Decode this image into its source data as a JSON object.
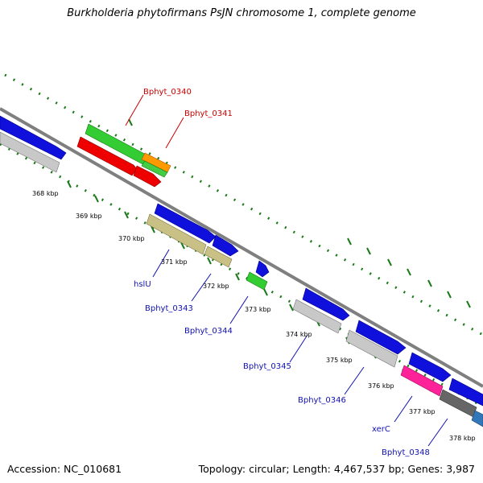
{
  "title": "Burkholderia phytofirmans PsJN chromosome 1, complete genome",
  "footer": {
    "accession": "Accession: NC_010681",
    "summary": "Topology: circular; Length: 4,467,537 bp; Genes: 3,987"
  },
  "colors": {
    "backbone": "#7f7f7f",
    "ticks": "#1a7a1a",
    "tick_label": "#000000",
    "label_red": "#cc0000",
    "label_blue": "#1010b0"
  },
  "kbp_labels": [
    "368 kbp",
    "369 kbp",
    "370 kbp",
    "371 kbp",
    "372 kbp",
    "373 kbp",
    "374 kbp",
    "375 kbp",
    "376 kbp",
    "377 kbp",
    "378 kbp"
  ],
  "genes": [
    {
      "name": "Bphyt_0340",
      "color": "#cc0000"
    },
    {
      "name": "Bphyt_0341",
      "color": "#cc0000"
    },
    {
      "name": "hslU",
      "color": "#1010b0"
    },
    {
      "name": "Bphyt_0343",
      "color": "#1010b0"
    },
    {
      "name": "Bphyt_0344",
      "color": "#1010b0"
    },
    {
      "name": "Bphyt_0345",
      "color": "#1010b0"
    },
    {
      "name": "Bphyt_0346",
      "color": "#1010b0"
    },
    {
      "name": "xerC",
      "color": "#1010b0"
    },
    {
      "name": "Bphyt_0348",
      "color": "#1010b0"
    }
  ]
}
